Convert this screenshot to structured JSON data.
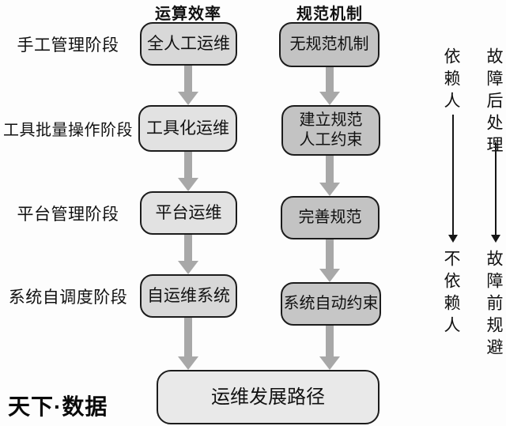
{
  "headers": {
    "efficiency": "运算效率",
    "mechanism": "规范机制"
  },
  "stages": [
    {
      "label": "手工管理阶段"
    },
    {
      "label": "工具批量操作阶段"
    },
    {
      "label": "平台管理阶段"
    },
    {
      "label": "系统自调度阶段"
    }
  ],
  "efficiency_column": [
    "全人工运维",
    "工具化运维",
    "平台运维",
    "自运维系统"
  ],
  "mechanism_column": {
    "box1": "无规范机制",
    "box2_line1": "建立规范",
    "box2_line2": "人工约束",
    "box3": "完善规范",
    "box4": "系统自动约束"
  },
  "side_notes": {
    "depend_top": "依赖人",
    "depend_bottom": "不依赖人",
    "fault_top": "故障后处理",
    "fault_bottom": "故障前规避"
  },
  "result_box": "运维发展路径",
  "logo": "天下·数据",
  "colors": {
    "left_box_fill": "#dcdcdc",
    "right_box_fill": "#c3c3c3",
    "result_box_fill": "#e9e9e9",
    "box_border": "#1c1c1c",
    "block_arrow": "#a8a8a8",
    "thin_arrow": "#161616",
    "text": "#111111"
  }
}
